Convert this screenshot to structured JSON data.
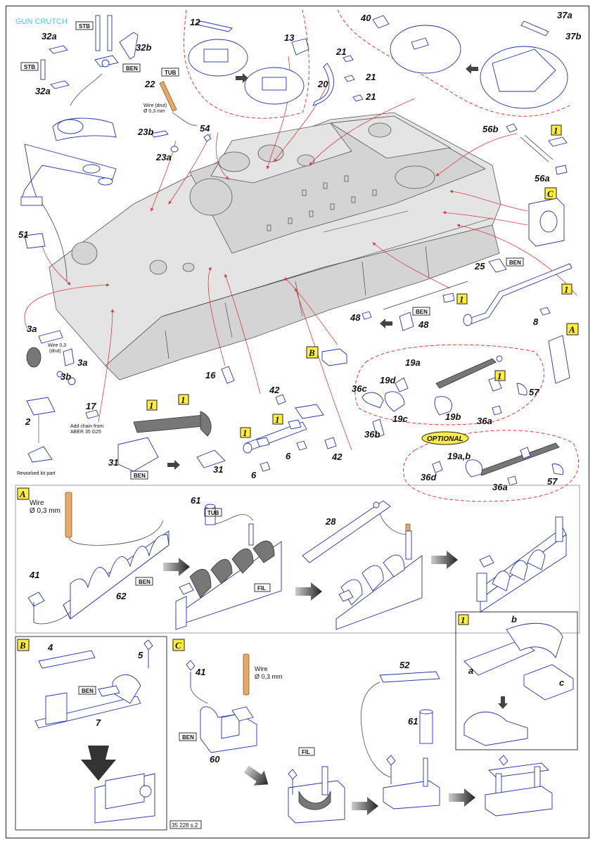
{
  "sheet": {
    "header": "GUN CRUTCH",
    "page_code": "35 228 s.2"
  },
  "tags": {
    "stb": "STB",
    "ben": "BEN",
    "tub": "TUB",
    "fil": "FIL",
    "optional": "OPTIONAL"
  },
  "notes": {
    "wire_drut_1": "Wire (drut)",
    "wire_drut_1b": "Ø 0,3 mm",
    "wire_drut_2": "Wire 0,3",
    "wire_drut_2b": "(drut)",
    "add_chain_1": "Add chain from",
    "add_chain_2": "ABER 35 G25",
    "reworked": "Reworked kit part",
    "wire_a1": "Wire",
    "wire_a2": "Ø 0,3 mm",
    "wire_c1": "Wire",
    "wire_c2": "Ø 0,3 mm"
  },
  "step_markers": {
    "A": "A",
    "B": "B",
    "C": "C",
    "one": "1"
  },
  "part_numbers": {
    "p32a_1": "32a",
    "p32a_2": "32a",
    "p32b": "32b",
    "p22": "22",
    "p23b": "23b",
    "p23a": "23a",
    "p54": "54",
    "p12": "12",
    "p13": "13",
    "p20": "20",
    "p21_1": "21",
    "p21_2": "21",
    "p21_3": "21",
    "p40": "40",
    "p37a": "37a",
    "p37b": "37b",
    "p56b": "56b",
    "p56a": "56a",
    "p51": "51",
    "p25": "25",
    "p8": "8",
    "p48_1": "48",
    "p48_2": "48",
    "p3a_1": "3a",
    "p3a_2": "3a",
    "p3b": "3b",
    "p2": "2",
    "p16": "16",
    "p17": "17",
    "p31_1": "31",
    "p31_2": "31",
    "p42_1": "42",
    "p42_2": "42",
    "p6_1": "6",
    "p6_2": "6",
    "p19a": "19a",
    "p19d": "19d",
    "p36c": "36c",
    "p19c": "19c",
    "p19b": "19b",
    "p36b": "36b",
    "p36a_1": "36a",
    "p57_1": "57",
    "p19ab": "19a,b",
    "p36d": "36d",
    "p36a_2": "36a",
    "p57_2": "57",
    "p41_a": "41",
    "p62": "62",
    "p61_a": "61",
    "p28": "28",
    "p4": "4",
    "p5": "5",
    "p7": "7",
    "p41_c": "41",
    "p60": "60",
    "p52": "52",
    "p61_c": "61",
    "pa": "a",
    "pb": "b",
    "pc": "c"
  }
}
